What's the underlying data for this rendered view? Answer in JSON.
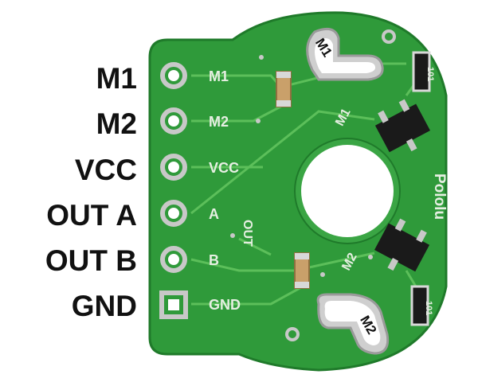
{
  "colors": {
    "background": "#ffffff",
    "board": "#2f9a3a",
    "board_edge": "#1f7a2a",
    "trace": "#5cbf5a",
    "silk": "#e6efe2",
    "pad": "#c8c8c8",
    "sensor": "#1a1a1a",
    "resistor": "#c9a06a"
  },
  "pin_labels": [
    {
      "text": "M1"
    },
    {
      "text": "M2"
    },
    {
      "text": "VCC"
    },
    {
      "text": "OUT A"
    },
    {
      "text": "OUT B"
    },
    {
      "text": "GND"
    }
  ],
  "silkscreen": {
    "pins": [
      "M1",
      "M2",
      "VCC",
      "A",
      "B",
      "GND"
    ],
    "magnet_top": "M1",
    "magnet_bottom": "M2",
    "trace_m1": "M1",
    "trace_m2": "M2",
    "out": "OUT",
    "brand": "Pololu",
    "resistor_top": "101",
    "resistor_bottom": "101"
  }
}
